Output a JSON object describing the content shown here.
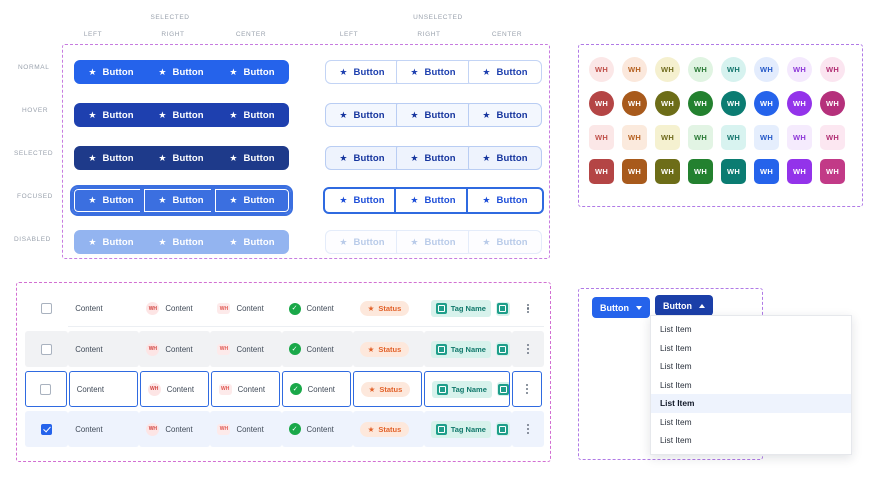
{
  "button_matrix": {
    "group_headers": [
      {
        "label": "SELECTED"
      },
      {
        "label": "UNSELECTED"
      }
    ],
    "column_headers": [
      "LEFT",
      "RIGHT",
      "CENTER",
      "LEFT",
      "RIGHT",
      "CENTER"
    ],
    "row_headers": [
      "NORMAL",
      "HOVER",
      "SELECTED",
      "FOCUSED",
      "DISABLED"
    ],
    "button_label": "Button",
    "button_icon": "star-icon",
    "star_glyph": "★",
    "colors": {
      "selected_normal": "#2563eb",
      "selected_hover": "#1e40af",
      "selected_selected": "#1e3a8a",
      "selected_focused": "#3b6fe0",
      "selected_disabled": "#93b4f0",
      "unselected_text": "#1e40af",
      "unselected_border": "#c3d4f5",
      "focus_ring": "#2f6ae0"
    }
  },
  "palette": {
    "chip_label": "WH",
    "rows": [
      {
        "shape": "circle",
        "variant": "light",
        "chips": [
          {
            "bg": "#fbe7e7",
            "fg": "#c0504a"
          },
          {
            "bg": "#fbe8dc",
            "fg": "#b5601f"
          },
          {
            "bg": "#f5f0cf",
            "fg": "#6f6a1c"
          },
          {
            "bg": "#e0f4e2",
            "fg": "#2a7a36"
          },
          {
            "bg": "#d6f2ef",
            "fg": "#13756d"
          },
          {
            "bg": "#e3ecfd",
            "fg": "#2458c8"
          },
          {
            "bg": "#f4e9fd",
            "fg": "#8d36d8"
          },
          {
            "bg": "#fbe5f0",
            "fg": "#b12e73"
          }
        ]
      },
      {
        "shape": "circle",
        "variant": "solid",
        "chips": [
          {
            "bg": "#b44545",
            "fg": "#ffffff"
          },
          {
            "bg": "#a85a1c",
            "fg": "#ffffff"
          },
          {
            "bg": "#6d6d18",
            "fg": "#ffffff"
          },
          {
            "bg": "#23812f",
            "fg": "#ffffff"
          },
          {
            "bg": "#0b7c72",
            "fg": "#ffffff"
          },
          {
            "bg": "#2563eb",
            "fg": "#ffffff"
          },
          {
            "bg": "#9333ea",
            "fg": "#ffffff"
          },
          {
            "bg": "#b5307b",
            "fg": "#ffffff"
          }
        ]
      },
      {
        "shape": "square",
        "variant": "light",
        "chips": [
          {
            "bg": "#fbe7e7",
            "fg": "#c0504a"
          },
          {
            "bg": "#fbeadd",
            "fg": "#b5601f"
          },
          {
            "bg": "#f5f1d0",
            "fg": "#6f6a1c"
          },
          {
            "bg": "#e2f4e4",
            "fg": "#2a7a36"
          },
          {
            "bg": "#d8f3f0",
            "fg": "#13756d"
          },
          {
            "bg": "#e5eefd",
            "fg": "#2458c8"
          },
          {
            "bg": "#f5ebfd",
            "fg": "#8d36d8"
          },
          {
            "bg": "#fce7f1",
            "fg": "#b12e73"
          }
        ]
      },
      {
        "shape": "square",
        "variant": "solid",
        "chips": [
          {
            "bg": "#b44545",
            "fg": "#ffffff"
          },
          {
            "bg": "#a85a1c",
            "fg": "#ffffff"
          },
          {
            "bg": "#6d6d18",
            "fg": "#ffffff"
          },
          {
            "bg": "#23812f",
            "fg": "#ffffff"
          },
          {
            "bg": "#0b7c72",
            "fg": "#ffffff"
          },
          {
            "bg": "#2563eb",
            "fg": "#ffffff"
          },
          {
            "bg": "#9333ea",
            "fg": "#ffffff"
          },
          {
            "bg": "#c23a87",
            "fg": "#ffffff"
          }
        ]
      }
    ]
  },
  "table": {
    "columns": [
      "checkbox",
      "content",
      "avatar-content",
      "square-content",
      "check-content",
      "status",
      "tag",
      "menu"
    ],
    "cell_text": {
      "content": "Content",
      "status": "Status",
      "tag": "Tag Name",
      "avatar_initials": "WH"
    },
    "icons": {
      "check_circle": "check-circle-icon",
      "star": "star-icon",
      "tag": "tag-icon",
      "kebab": "more-vertical-icon"
    },
    "rows": [
      {
        "state": "normal",
        "checked": false
      },
      {
        "state": "hover",
        "checked": false
      },
      {
        "state": "focus",
        "checked": false
      },
      {
        "state": "selected",
        "checked": true
      }
    ],
    "colors": {
      "status_bg": "#fde8dc",
      "status_fg": "#e2622a",
      "tag_bg": "#d7f2ec",
      "tag_fg": "#10786b",
      "check_green": "#1aa849",
      "selected_row_bg": "#eef3fd",
      "hover_row_bg": "#f1f2f4",
      "focus_border": "#2f6ae0"
    }
  },
  "dropdown": {
    "closed_button": {
      "label": "Button",
      "caret": "chevron-down-icon"
    },
    "open_button": {
      "label": "Button",
      "caret": "chevron-up-icon"
    },
    "items": [
      {
        "label": "List Item",
        "highlighted": false
      },
      {
        "label": "List Item",
        "highlighted": false
      },
      {
        "label": "List Item",
        "highlighted": false
      },
      {
        "label": "List Item",
        "highlighted": false
      },
      {
        "label": "List Item",
        "highlighted": true
      },
      {
        "label": "List Item",
        "highlighted": false
      },
      {
        "label": "List Item",
        "highlighted": false
      }
    ]
  }
}
